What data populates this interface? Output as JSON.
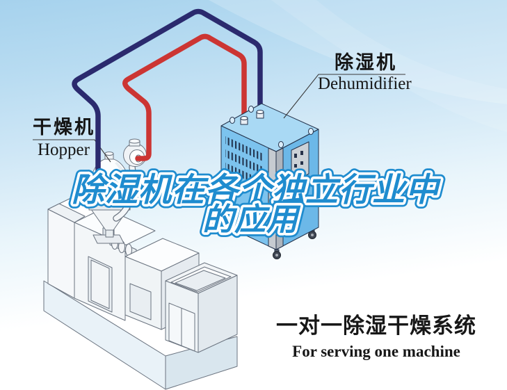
{
  "title": {
    "line1": "除湿机在各个独立行业中",
    "line2": "的应用",
    "color": "#1f8ccf"
  },
  "labels": {
    "hopper": {
      "cn": "干燥机",
      "en": "Hopper"
    },
    "dehumidifier": {
      "cn": "除湿机",
      "en": "Dehumidifier"
    }
  },
  "caption": {
    "cn": "一对一除湿干燥系统",
    "en": "For serving one machine"
  },
  "palette": {
    "pipe_return_air": "#2b2a6e",
    "pipe_dry_air": "#cc3533",
    "dehumidifier_body": "#7cc3ee",
    "dehumidifier_top": "#a9d9f4",
    "dehumidifier_side": "#6cb8e8",
    "background_top": "#a6d2ed"
  }
}
